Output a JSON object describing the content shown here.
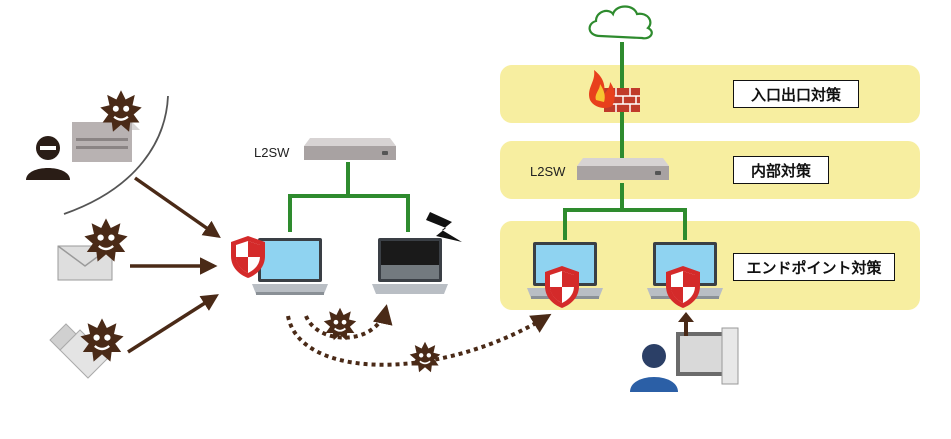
{
  "bands": {
    "perimeter": {
      "label": "入口出口対策"
    },
    "internal": {
      "label": "内部対策"
    },
    "endpoint": {
      "label": "エンドポイント対策"
    }
  },
  "switches": {
    "left": {
      "label": "L2SW"
    },
    "right": {
      "label": "L2SW"
    }
  },
  "icons": [
    "cloud-icon",
    "firewall-icon",
    "switch-icon",
    "laptop-icon",
    "shield-icon",
    "malware-icon",
    "attacker-icon",
    "email-icon",
    "usb-icon",
    "admin-icon",
    "lightning-icon"
  ],
  "colors": {
    "band": "#f7eea0",
    "network_line": "#2e8b2e",
    "attack_arrow": "#4a2a17",
    "shield": "#d42a2a",
    "malware": "#4a2a17"
  }
}
